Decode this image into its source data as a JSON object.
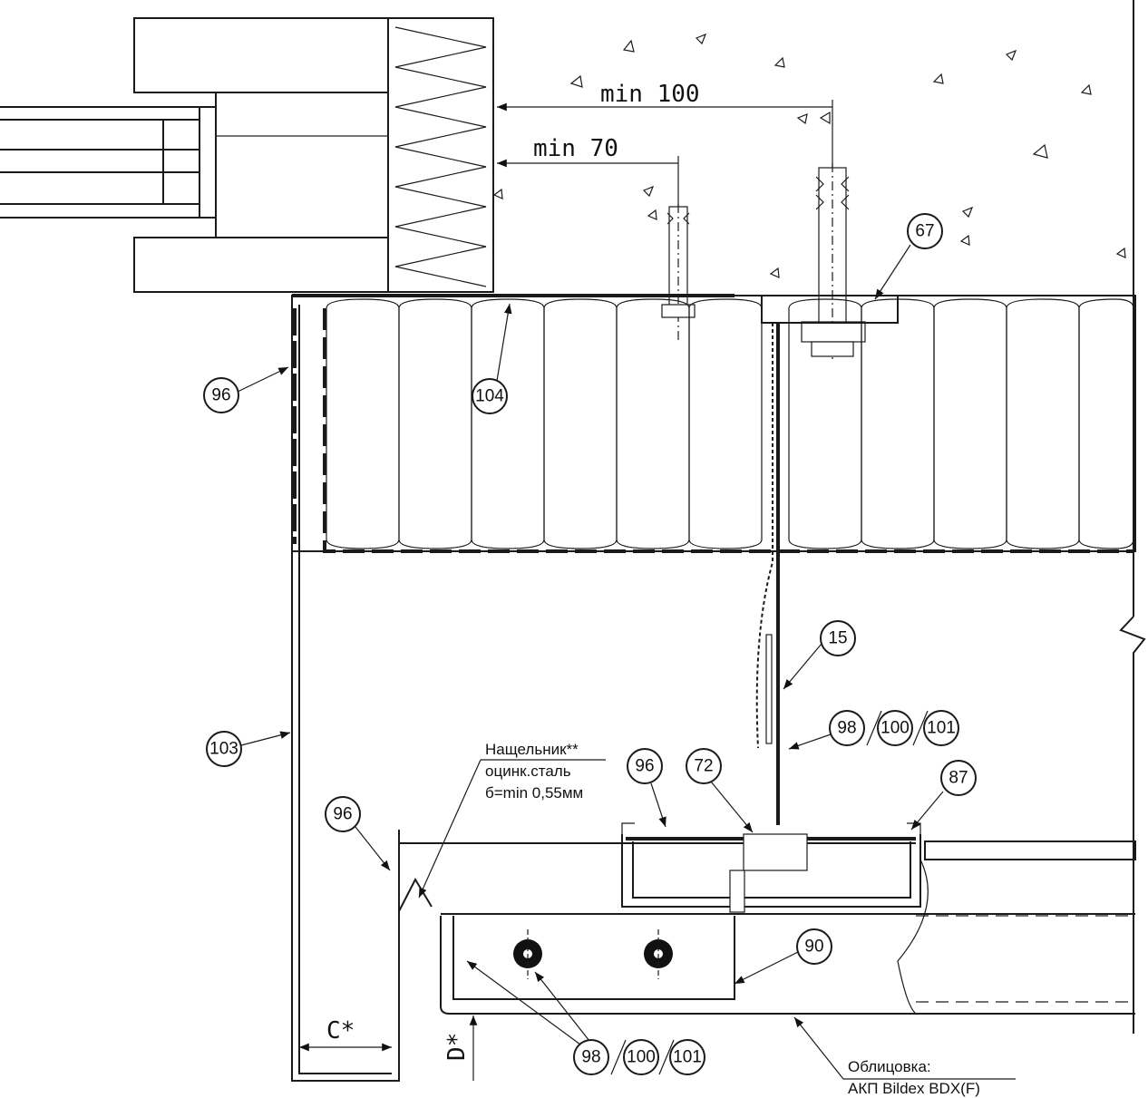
{
  "dimensions": {
    "min100": "min 100",
    "min70": "min 70",
    "c": "C*",
    "d": "D*"
  },
  "callouts": {
    "c67": "67",
    "c96a": "96",
    "c104": "104",
    "c15": "15",
    "c98a": "98",
    "c100a": "100",
    "c101a": "101",
    "c103": "103",
    "c96b": "96",
    "c72": "72",
    "c87": "87",
    "c96c": "96",
    "c90": "90",
    "c98b": "98",
    "c100b": "100",
    "c101b": "101"
  },
  "notes": {
    "flashing_line1": "Нащельник**",
    "flashing_line2": "оцинк.сталь",
    "flashing_line3": "б=min 0,55мм",
    "cladding_line1": "Облицовка:",
    "cladding_line2": "АКП Bildex BDX(F)"
  }
}
